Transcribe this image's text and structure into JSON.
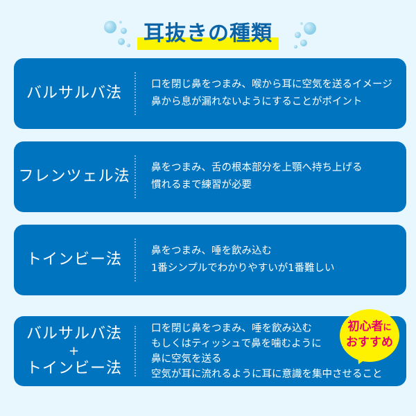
{
  "header": {
    "title": "耳抜きの種類",
    "highlight_color": "#fbf400",
    "title_color": "#0b63a6"
  },
  "theme": {
    "background": "#e8f7fe",
    "card_color": "#0074bf",
    "badge_color": "#fff200",
    "badge_text_color": "#e5006e"
  },
  "methods": [
    {
      "name": "バルサルバ法",
      "lines": [
        "口を閉じ鼻をつまみ、喉から耳に空気を送るイメージ",
        "鼻から息が漏れないようにすることがポイント"
      ]
    },
    {
      "name": "フレンツェル法",
      "lines": [
        "鼻をつまみ、舌の根本部分を上顎へ持ち上げる",
        "慣れるまで練習が必要"
      ]
    },
    {
      "name": "トインビー法",
      "lines": [
        "鼻をつまみ、唾を飲み込む",
        "1番シンプルでわかりやすいが1番難しい"
      ]
    },
    {
      "name_top": "バルサルバ法",
      "plus": "+",
      "name_bottom": "トインビー法",
      "lines": [
        "口を閉じ鼻をつまみ、唾を飲み込む",
        "もしくはティッシュで鼻を噛むように",
        "鼻に空気を送る",
        "空気が耳に流れるように耳に意識を集中させること"
      ]
    }
  ],
  "badge": {
    "line1_main": "初心者",
    "line1_small": "に",
    "line2": "おすすめ"
  }
}
